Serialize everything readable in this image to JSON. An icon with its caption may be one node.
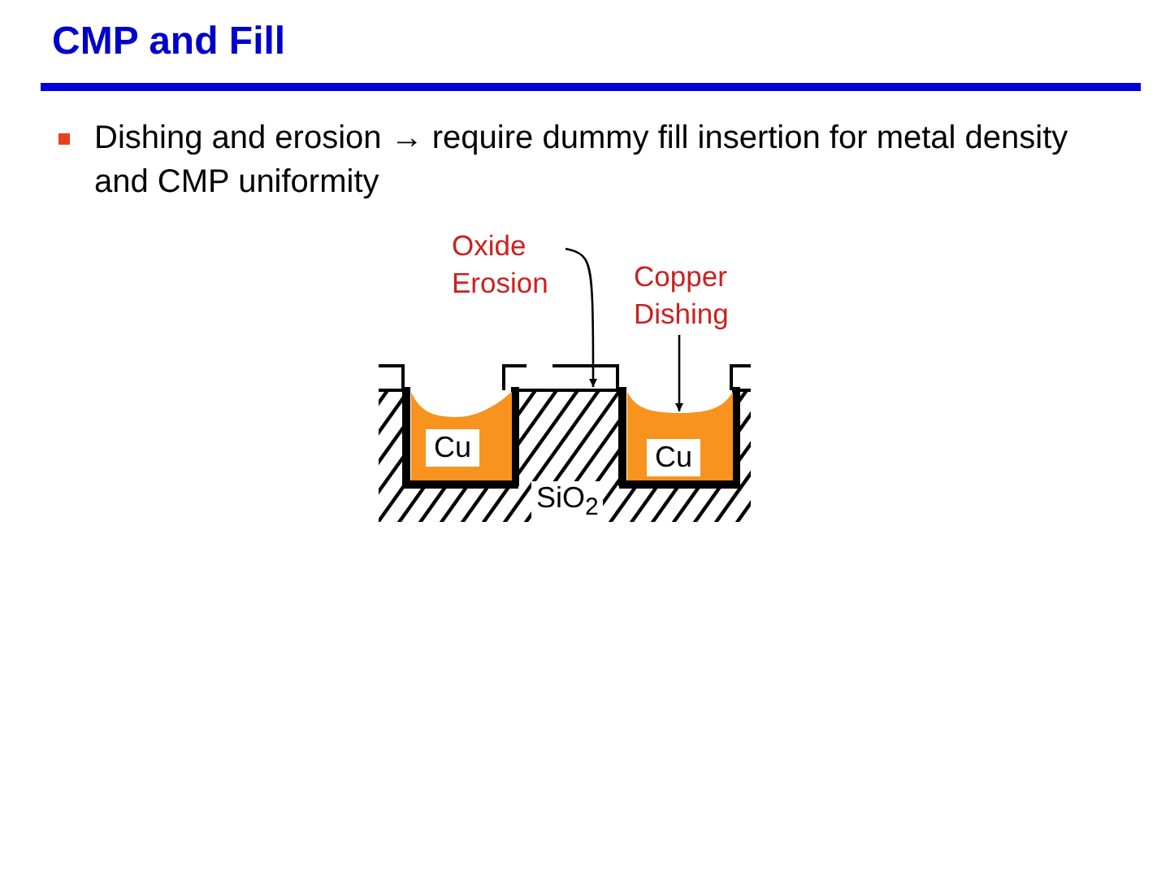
{
  "diagram": {
    "title": "CMP and Fill",
    "nodes": [
      {
        "text": [
          "Oxide Erosion"
        ]
      },
      {
        "text": [
          "Copper Dishing"
        ]
      },
      {
        "text": [],
        "shape": "box"
      },
      {
        "text": [
          "Cu"
        ],
        "in": 2
      },
      {
        "text": [],
        "shape": "bar"
      },
      {
        "text": [],
        "shape": "box"
      },
      {
        "text": [
          "Cu"
        ],
        "in": 5
      }
    ],
    "edges": [
      {
        "from": 0,
        "to": 4,
        "arrow": "to"
      },
      {
        "from": 1,
        "to": 5,
        "arrow": "to"
      }
    ],
    "labels": [
      "Dishing and erosion → require dummy fill insertion for metal density and CMP uniformity",
      "SiO$_{2}$"
    ]
  }
}
